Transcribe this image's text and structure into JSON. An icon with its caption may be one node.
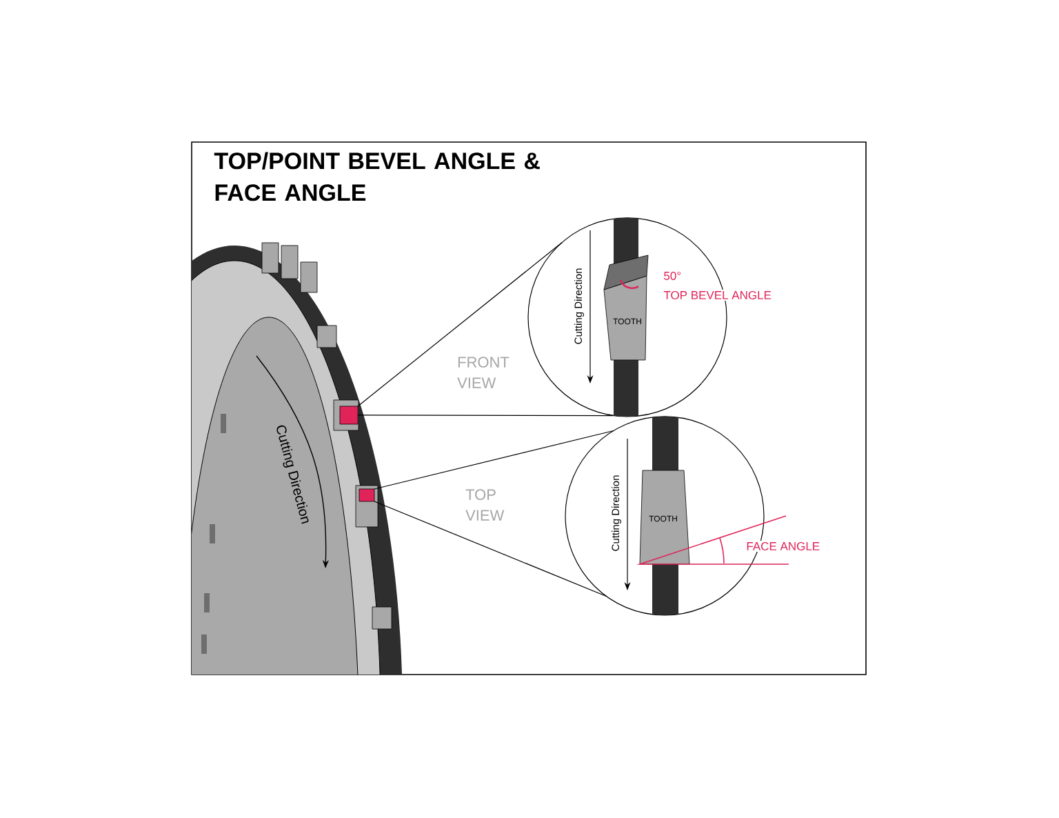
{
  "diagram": {
    "title": "TOP/POINT BEVEL ANGLE & FACE ANGLE",
    "nodes": [
      {
        "text": [
          "Cutting Direction"
        ]
      },
      {
        "text": [
          "TOOTH"
        ],
        "in": 0
      },
      {
        "text": [
          "Cutting Direction"
        ]
      },
      {
        "text": [
          "TOOTH"
        ],
        "in": 2
      },
      {
        "text": [],
        "shape": "box"
      },
      {
        "text": [],
        "shape": "box"
      }
    ],
    "edges": [
      {
        "from": 4,
        "to": 0,
        "arrow": "none"
      },
      {
        "from": 4,
        "to": 0,
        "arrow": "none"
      },
      {
        "from": 5,
        "to": 2,
        "arrow": "none"
      },
      {
        "from": 5,
        "to": 2,
        "arrow": "none"
      }
    ],
    "labels": [
      "FRONT VIEW",
      "TOP VIEW",
      "Cutting Direction",
      "50°",
      "TOP BEVEL ANGLE",
      "FACE ANGLE"
    ]
  }
}
